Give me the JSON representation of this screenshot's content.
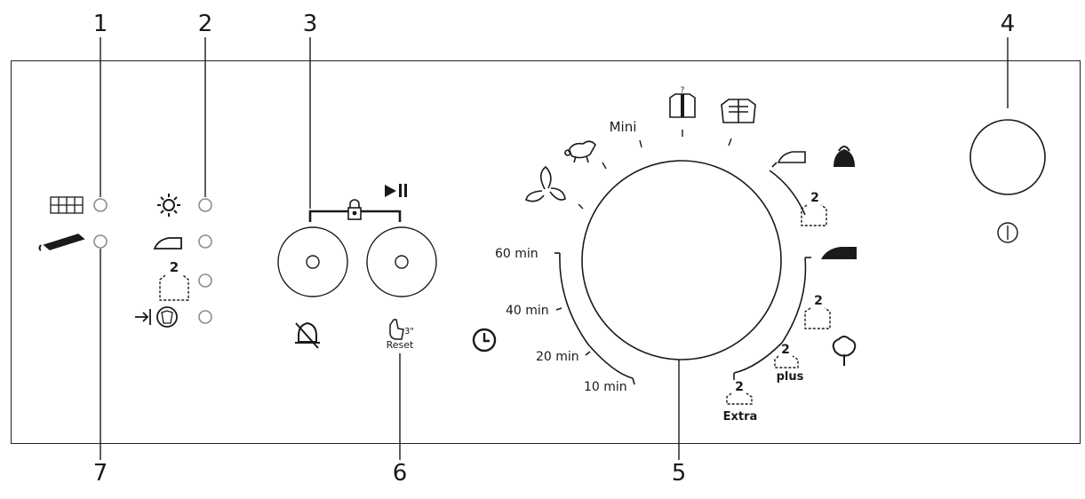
{
  "callouts": [
    "1",
    "2",
    "3",
    "4",
    "5",
    "6",
    "7"
  ],
  "dial": {
    "timer_labels": [
      "60 min",
      "40 min",
      "20 min",
      "10 min"
    ],
    "program_labels": {
      "mini": "Mini",
      "plus": "plus",
      "extra": "Extra"
    },
    "program_icons": [
      "fan-icon",
      "sheep-wool-icon",
      "shirt-icon",
      "shirts-rack-icon",
      "iron-low-icon",
      "delicate-bag-icon",
      "shirt-2-icon",
      "iron-high-icon",
      "shirt-2b-icon",
      "cotton-icon",
      "shirt-plus-icon",
      "shirt-extra-icon"
    ]
  },
  "buttons": {
    "reset_sub": "3\"",
    "reset_label": "Reset"
  },
  "indicators_left": [
    "sieve-icon",
    "water-tank-icon"
  ],
  "indicators_mid": [
    "sun-icon",
    "iron-icon",
    "shirt-icon",
    "anticrease-icon"
  ],
  "colors": {
    "line": "#1a1a1a",
    "led": "#8c8c8c"
  }
}
